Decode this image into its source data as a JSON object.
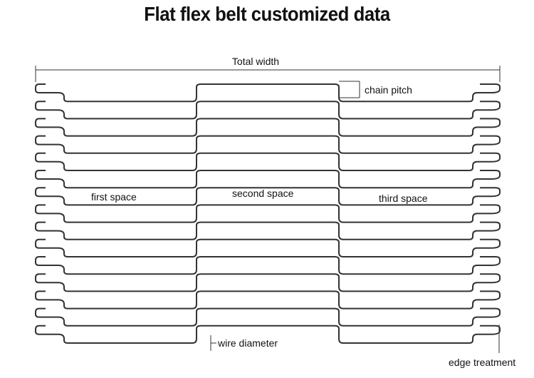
{
  "title": "Flat flex belt customized data",
  "labels": {
    "total_width": "Total width",
    "chain_pitch": "chain pitch",
    "first_space": "first space",
    "second_space": "second space",
    "third_space": "third space",
    "wire_diameter": "wire diameter",
    "edge_treatment": "edge treatment"
  },
  "colors": {
    "wire": "#333333",
    "text": "#111111"
  },
  "rows": 15
}
